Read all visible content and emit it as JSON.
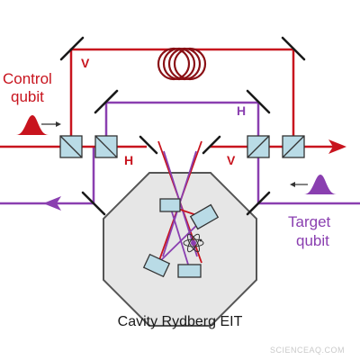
{
  "colors": {
    "red": "#c8141e",
    "purple": "#8a3fb0",
    "chamber_fill": "#e6e6e6",
    "chamber_stroke": "#555555",
    "component_fill": "#b9dbe6",
    "mirror": "#1a1a1a"
  },
  "labels": {
    "control_line1": "Control",
    "control_line2": "qubit",
    "target_line1": "Target",
    "target_line2": "qubit",
    "caption": "Cavity Rydberg EIT",
    "pol_v_top": "V",
    "pol_h_top": "H",
    "pol_h_mid": "H",
    "pol_v_mid": "V"
  },
  "watermark": "SCIENCEAQ.COM",
  "icons": {
    "fiber": "fiber-coil-icon",
    "atom": "atom-icon",
    "control_pulse": "red-pulse-icon",
    "target_pulse": "purple-pulse-icon"
  }
}
